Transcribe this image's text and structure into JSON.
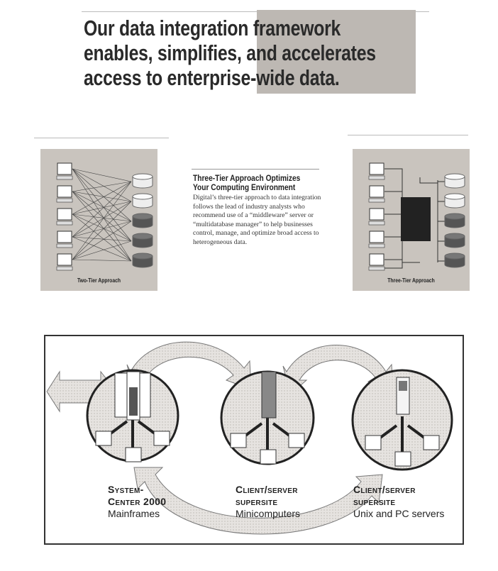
{
  "headline": {
    "lines": [
      "Our data integration framework",
      "enables, simplifies, and accelerates",
      "access to enterprise-wide data."
    ]
  },
  "two_tier": {
    "caption": "Two-Tier Approach"
  },
  "three_tier": {
    "caption": "Three-Tier Approach"
  },
  "sidebar_text": {
    "title_lines": [
      "Three-Tier Approach Optimizes",
      "Your Computing Environment"
    ],
    "body": "Digital’s three-tier approach to data integration follows the lead of industry analysts who recommend use of a “middleware” server or “multidatabase manager” to help businesses control, manage, and optimize broad access to heterogeneous data."
  },
  "sites": [
    {
      "title_lines": [
        "System-",
        "Center 2000"
      ],
      "subtitle": "Mainframes"
    },
    {
      "title_lines": [
        "Client/server",
        "supersite"
      ],
      "subtitle": "Minicomputers"
    },
    {
      "title_lines": [
        "Client/server",
        "supersite"
      ],
      "subtitle": "Unix and PC servers"
    }
  ]
}
